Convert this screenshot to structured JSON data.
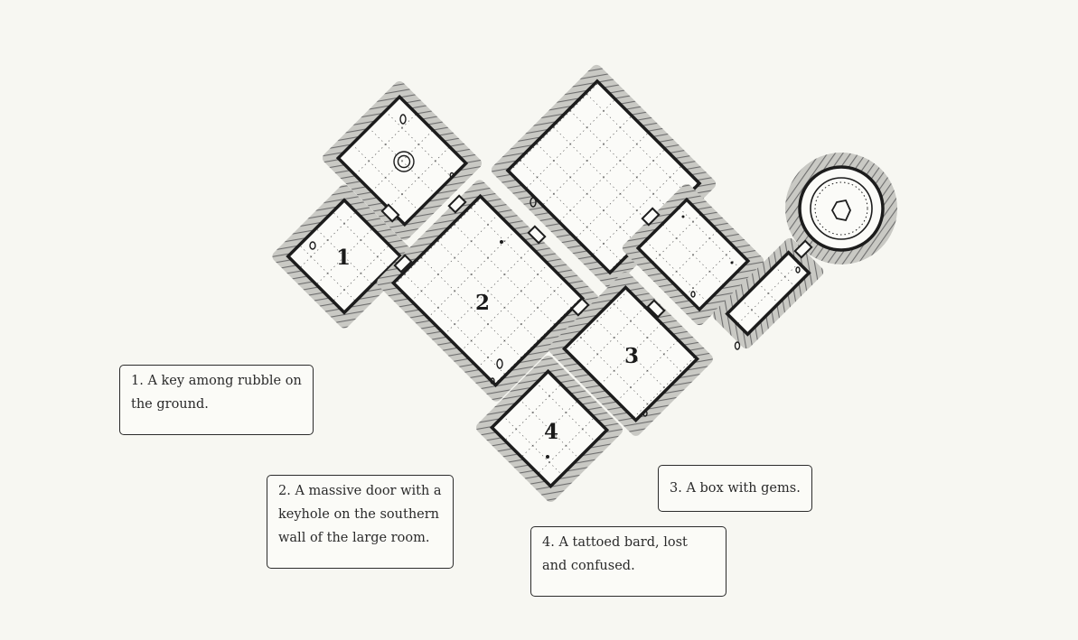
{
  "map": {
    "room_numbers": [
      "1",
      "2",
      "3",
      "4"
    ]
  },
  "notes": [
    {
      "text": "1. A key among rubble on the ground."
    },
    {
      "text": "2. A massive door with a keyhole on the southern wall of the large room."
    },
    {
      "text": "3. A box with gems."
    },
    {
      "text": "4. A tattoed bard, lost and confused."
    }
  ],
  "colors": {
    "background": "#f7f7f2",
    "floor": "#fbfbf8",
    "wall": "#1c1c1c",
    "hatch": "#8a8a8a"
  }
}
